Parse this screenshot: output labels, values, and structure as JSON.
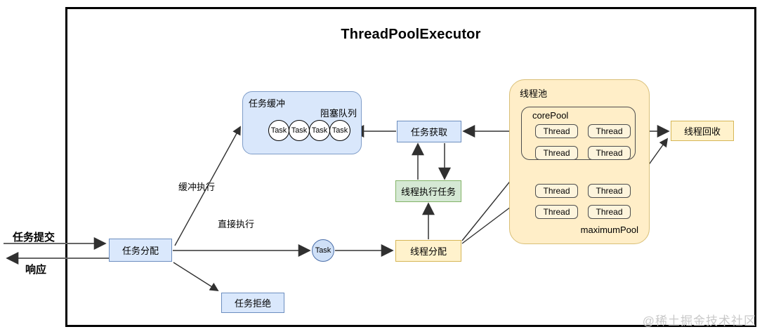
{
  "title": "ThreadPoolExecutor",
  "left": {
    "submit_label": "任务提交",
    "response_label": "响应"
  },
  "nodes": {
    "task_dispatch": "任务分配",
    "task_reject": "任务拒绝",
    "task_fetch": "任务获取",
    "thread_execute": "线程执行任务",
    "thread_dispatch": "线程分配",
    "thread_recycle": "线程回收"
  },
  "edges": {
    "buffered_exec": "缓冲执行",
    "direct_exec": "直接执行"
  },
  "buffer": {
    "label": "任务缓冲",
    "queue_label": "阻塞队列",
    "tasks": [
      "Task",
      "Task",
      "Task",
      "Task"
    ]
  },
  "task_node_label": "Task",
  "pool": {
    "label": "线程池",
    "core_label": "corePool",
    "max_label": "maximumPool",
    "core_threads": [
      "Thread",
      "Thread",
      "Thread",
      "Thread"
    ],
    "max_threads": [
      "Thread",
      "Thread",
      "Thread",
      "Thread"
    ]
  },
  "watermark": "@稀土掘金技术社区",
  "colors": {
    "blue_fill": "#dae8fc",
    "blue_border": "#6c8ebf",
    "green_fill": "#d5e8d4",
    "green_border": "#82b366",
    "yellow_fill": "#fff2cc",
    "yellow_border": "#d6b656",
    "pool_fill": "#ffeec8",
    "line": "#4a4a4a",
    "watermark": "#c9c9c9"
  }
}
